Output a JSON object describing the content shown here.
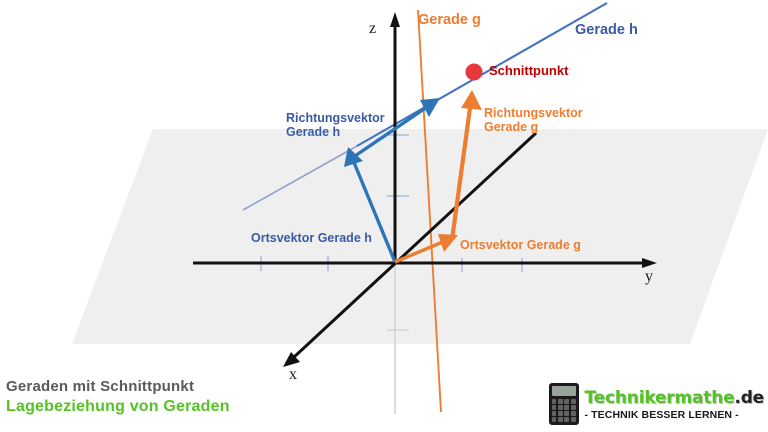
{
  "figure": {
    "axes": {
      "x_label": "x",
      "y_label": "y",
      "z_label": "z"
    },
    "lines": [
      {
        "id": "gerade-g",
        "label": "Gerade g",
        "color": "#ED7D31"
      },
      {
        "id": "gerade-h",
        "label": "Gerade h",
        "color": "#4472C4"
      }
    ],
    "point": {
      "label": "Schnittpunkt",
      "color": "#E8383D"
    },
    "vectors": [
      {
        "id": "richtungsvektor-h",
        "label": "Richtungsvektor\nGerade h",
        "color": "#2E75B6"
      },
      {
        "id": "richtungsvektor-g",
        "label": "Richtungsvektor\nGerade g",
        "color": "#ED7D31"
      },
      {
        "id": "ortsvektor-h",
        "label": "Ortsvektor Gerade h",
        "color": "#3A5BA8"
      },
      {
        "id": "ortsvektor-g",
        "label": "Ortsvektor Gerade g",
        "color": "#ED7D31"
      }
    ],
    "plane_color": "#EFEFEF"
  },
  "footer": {
    "title": "Geraden mit Schnittpunkt",
    "subtitle": "Lagebeziehung von Geraden",
    "brand": {
      "name": "Technikermathe",
      "tld": ".de",
      "slogan": "- TECHNIK BESSER LERNEN -"
    }
  }
}
